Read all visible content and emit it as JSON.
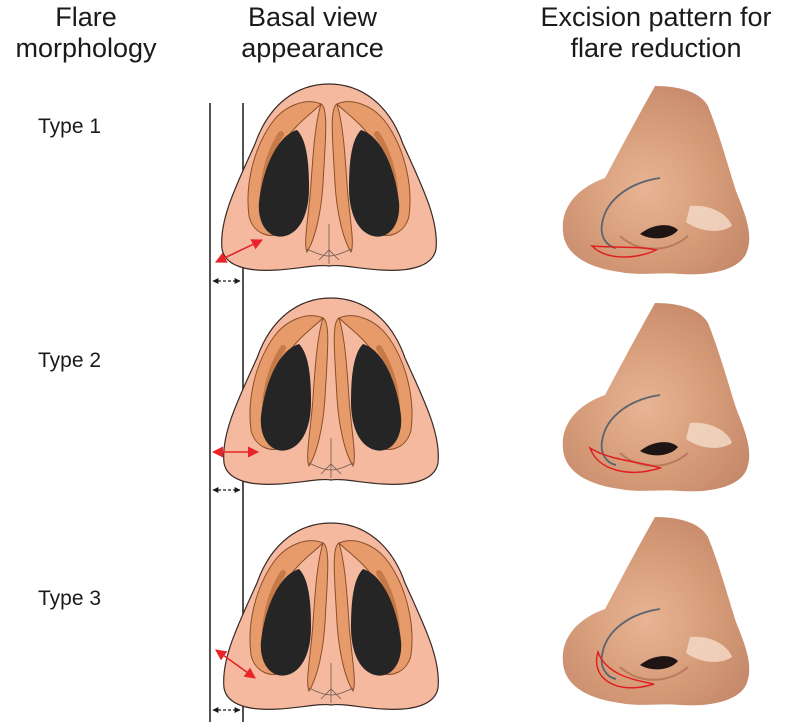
{
  "headers": {
    "morphology": [
      "Flare",
      "morphology"
    ],
    "basal": [
      "Basal view",
      "appearance"
    ],
    "excision": [
      "Excision pattern for",
      "flare reduction"
    ]
  },
  "types": [
    {
      "label": "Type 1",
      "icon": "nose-basal-view-type-1"
    },
    {
      "label": "Type 2",
      "icon": "nose-basal-view-type-2"
    },
    {
      "label": "Type 3",
      "icon": "nose-basal-view-type-3"
    }
  ],
  "colors": {
    "skin": "#f5b9a0",
    "skin_dark": "#e9a487",
    "cartilage": "#e89b6a",
    "cartilage_dark": "#b86c3a",
    "nostril": "#252525",
    "profile_skin": "#d59c7a",
    "excision_red": "#e02020",
    "arrow_red": "#e8232a",
    "line": "#1a1a1a"
  }
}
